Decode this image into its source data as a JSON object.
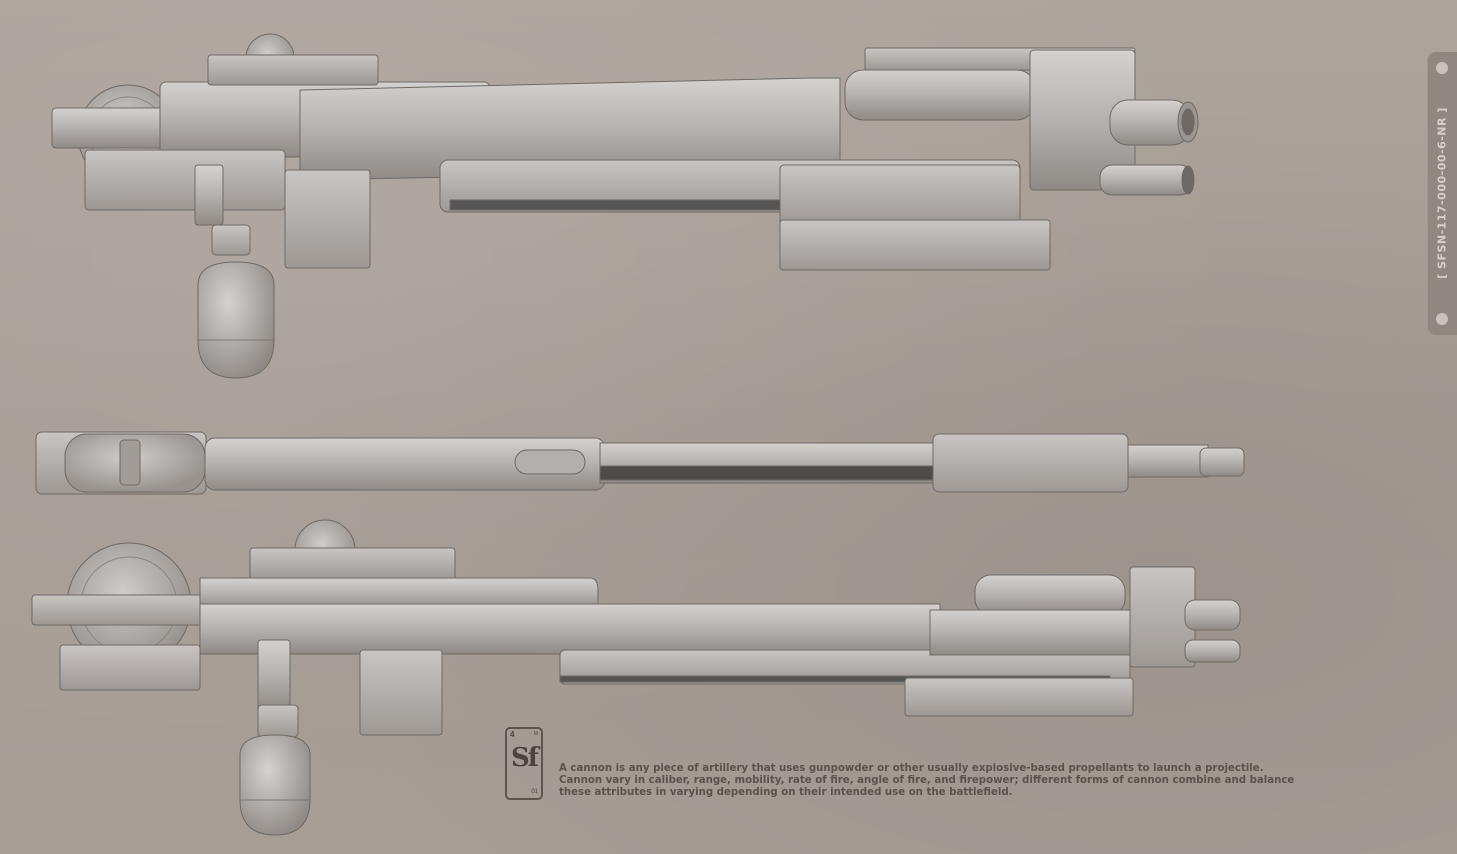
{
  "side_tab": {
    "code": "[ SFSN-117-000-00-6-NR ]"
  },
  "logo": {
    "top_left": "4",
    "top_right": "M",
    "mark": "Sf",
    "bottom_right": "01"
  },
  "caption": {
    "lines": [
      "A cannon is any piece of artillery that uses gunpowder or other usually explosive-based propellants to launch a projectile.",
      "Cannon vary in caliber, range, mobility, rate of fire, angle of fire, and firepower; different forms of cannon combine and balance",
      "these attributes in varying depending on their intended use on the battlefield."
    ]
  },
  "colors": {
    "background": "#a89f97",
    "metal": "#b9b5b2",
    "metal_dark": "#7a7572",
    "caption_text": "#5a524c"
  }
}
